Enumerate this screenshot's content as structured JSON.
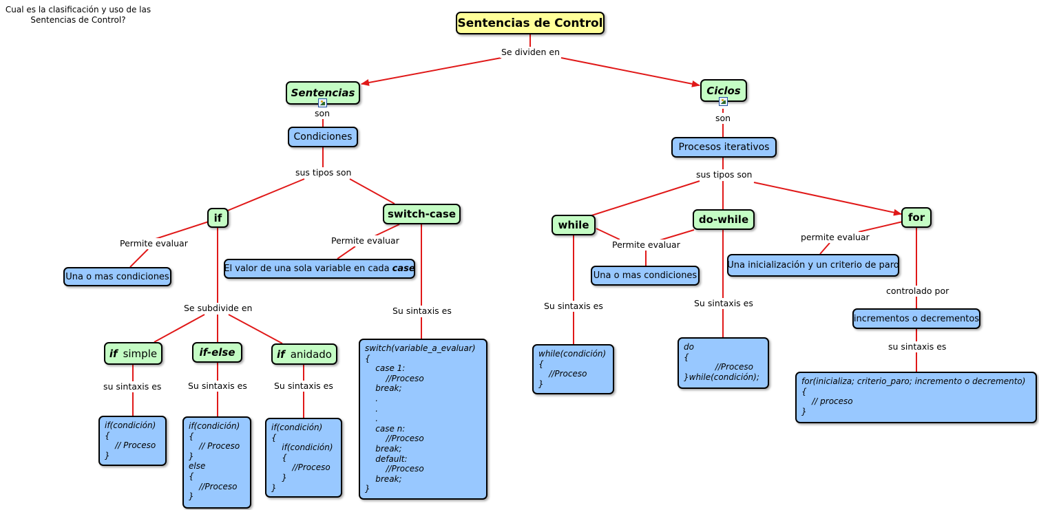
{
  "question": [
    "Cual es la clasificación y uso de las",
    "Sentencias de Control?"
  ],
  "root": "Sentencias de Control",
  "links": {
    "se_dividen_en": "Se dividen en",
    "son_left": "son",
    "son_right": "son",
    "sus_tipos_left": "sus tipos son",
    "sus_tipos_right": "sus tipos son",
    "permite_if": "Permite evaluar",
    "permite_switch": "Permite evaluar",
    "se_subdivide": "Se subdivide en",
    "switch_sintaxis": "Su sintaxis es",
    "simple_sintaxis": "su sintaxis es",
    "ifelse_sintaxis": "Su sintaxis es",
    "anidado_sintaxis": "Su sintaxis es",
    "permite_while": "Permite evaluar",
    "while_sintaxis": "Su sintaxis es",
    "dowhile_sintaxis": "Su sintaxis es",
    "permite_for": "permite evaluar",
    "controlado_por": "controlado por",
    "for_sintaxis": "su sintaxis es"
  },
  "nodes": {
    "sentencias": "Sentencias",
    "ciclos": "Ciclos",
    "condiciones": "Condiciones",
    "procesos": "Procesos iterativos",
    "if": "if",
    "switch": "switch-case",
    "while": "while",
    "dowhile": "do-while",
    "for": "for",
    "if_condiciones": "Una o mas condiciones",
    "switch_valor": "El valor de una sola variable en cada",
    "switch_valor_em": "case",
    "if_simple_kw": "if",
    "if_simple_rest": "simple",
    "if_else": "if-else",
    "if_anidado_kw": "if",
    "if_anidado_rest": "anidado",
    "while_condiciones": "Una o mas condiciones",
    "for_init": "Una inicialización y un criterio de paro",
    "for_incrementos": "incrementos o decrementos"
  },
  "code": {
    "switch": "switch(variable_a_evaluar)\n{\n    case 1:\n        //Proceso\n    break;\n    .\n    .\n    .\n    case n:\n        //Proceso\n    break;\n    default:\n        //Proceso\n    break;\n}",
    "if_simple": "if(condición)\n{\n    // Proceso\n}",
    "if_else": "if(condición)\n{\n    // Proceso\n}\nelse\n{\n    //Proceso\n}",
    "if_anidado": "if(condición)\n{\n    if(condición)\n    {\n        //Proceso\n    }\n}",
    "while": "while(condición)\n{\n    //Proceso\n}",
    "do_while": "do\n{\n            //Proceso\n}while(condición);",
    "for": "for(inicializa; criterio_paro; incremento o decremento)\n{\n    // proceso\n}"
  },
  "colors": {
    "line": "#e01818",
    "concept_green": "#c4fcc4",
    "concept_blue": "#98c8ff",
    "root_yellow": "#ffff99"
  }
}
